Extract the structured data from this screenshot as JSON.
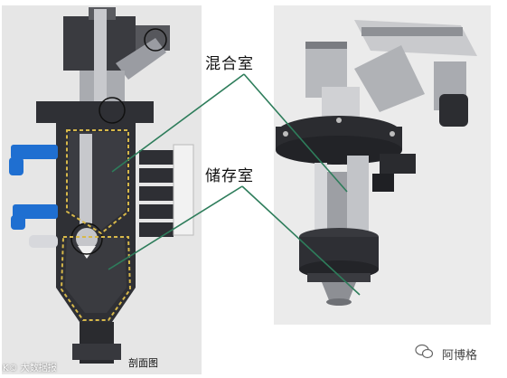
{
  "labels": {
    "mixing_chamber": "混合室",
    "storage_chamber": "储存室"
  },
  "caption": "剖面图",
  "watermark_left": "K© 大数据报",
  "watermark_right": "阿博格",
  "colors": {
    "leader_line": "#2e7d5b",
    "highlight_box": "#d7b84a",
    "body_dark": "#2f3035",
    "blue_hose": "#1f6fd1"
  }
}
